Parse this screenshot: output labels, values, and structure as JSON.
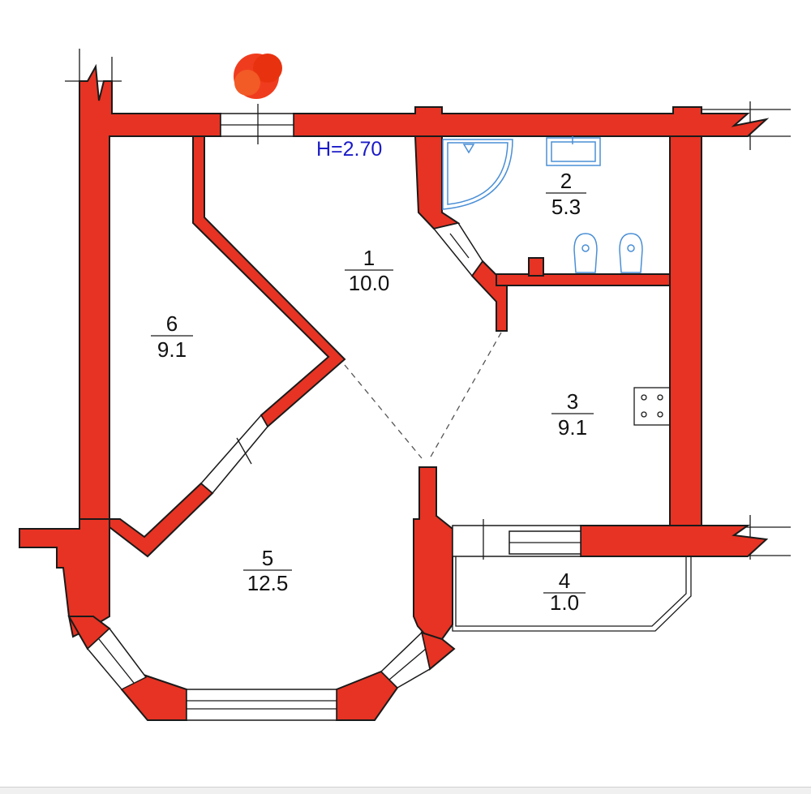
{
  "plan": {
    "ceiling_height": "H=2.70",
    "wall_color": "#e63323",
    "fixture_color": "#4a8fd6",
    "rooms": [
      {
        "id": "1",
        "area": "10.0"
      },
      {
        "id": "2",
        "area": "5.3"
      },
      {
        "id": "3",
        "area": "9.1"
      },
      {
        "id": "4",
        "area": "1.0"
      },
      {
        "id": "5",
        "area": "12.5"
      },
      {
        "id": "6",
        "area": "9.1"
      }
    ]
  }
}
